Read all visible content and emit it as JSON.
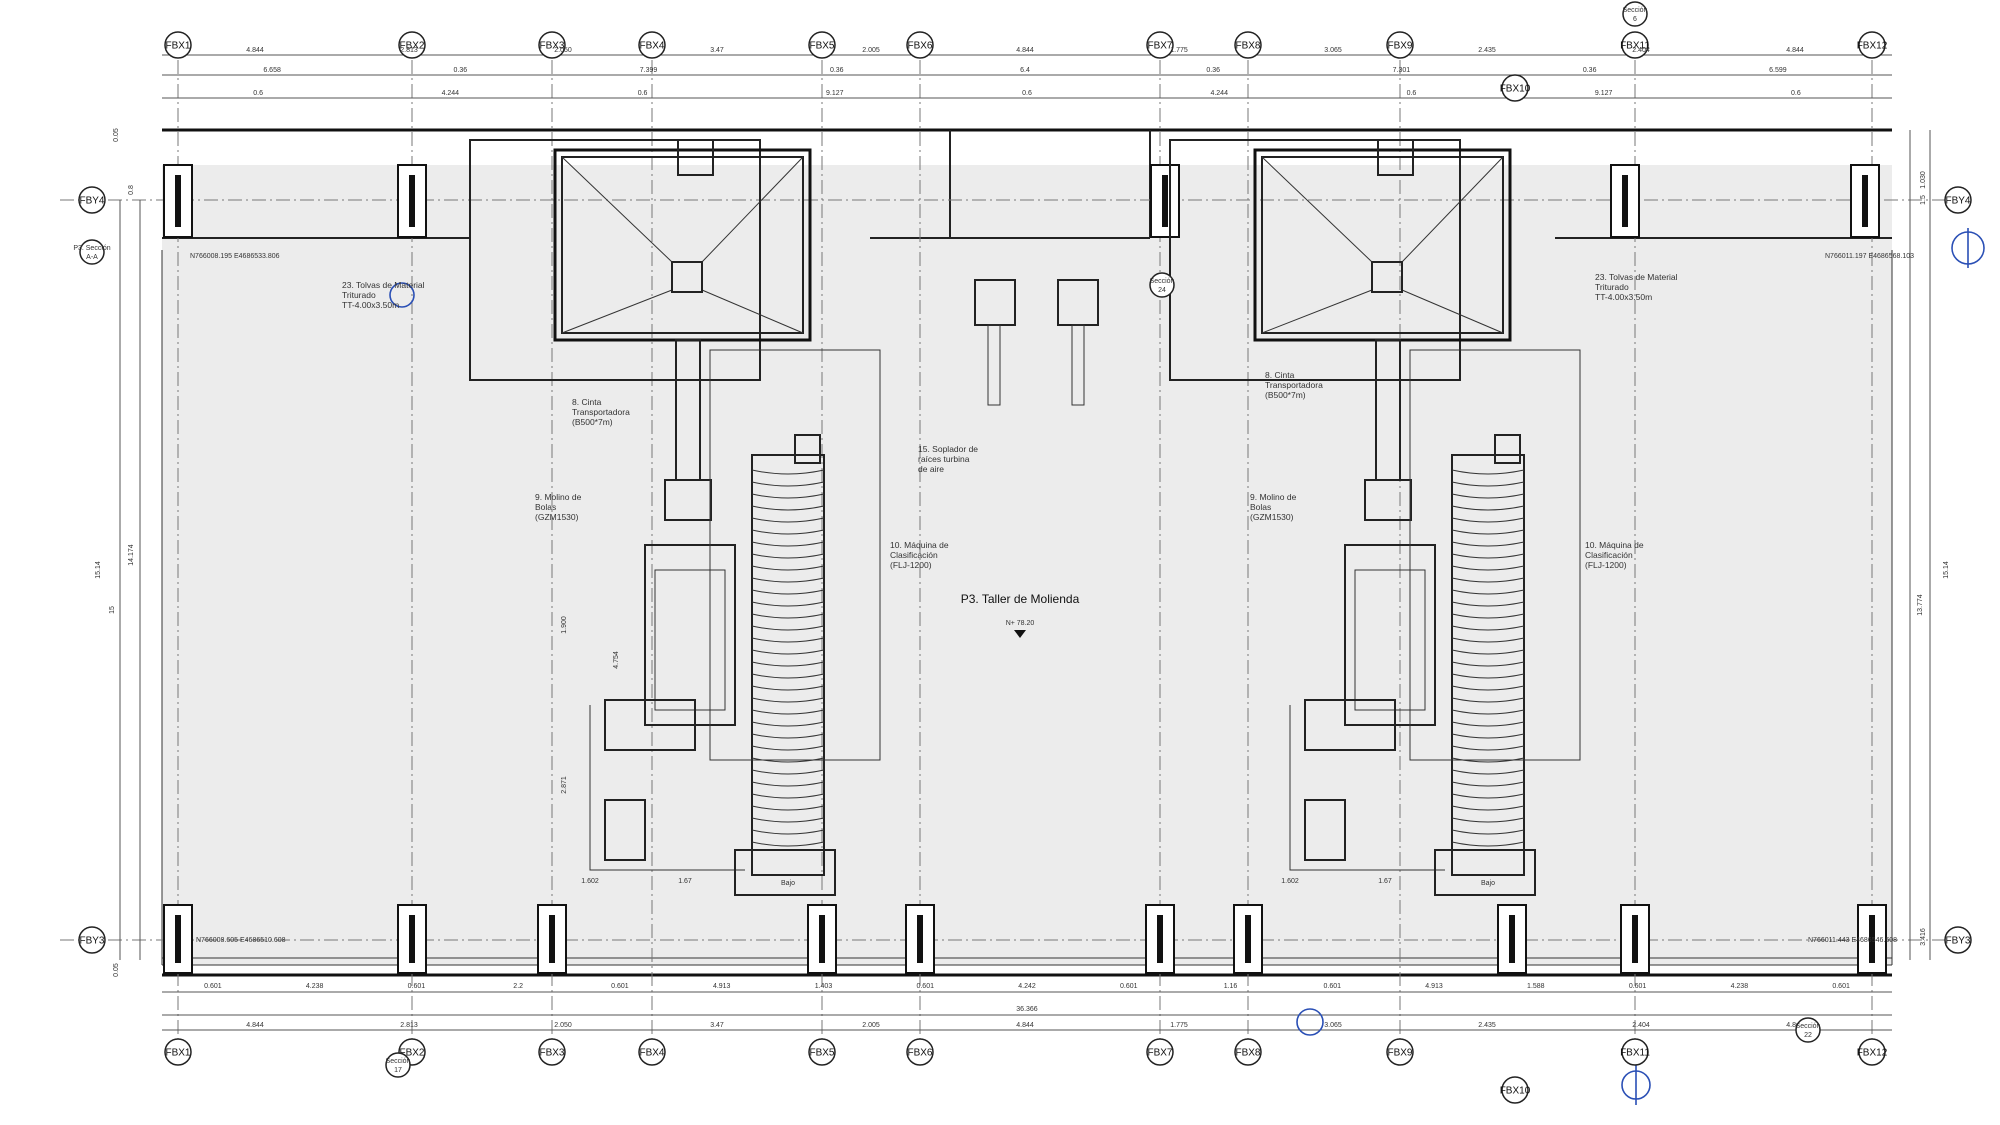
{
  "grid_x": [
    {
      "label": "FBX1"
    },
    {
      "label": "FBX2"
    },
    {
      "label": "FBX3"
    },
    {
      "label": "FBX4"
    },
    {
      "label": "FBX5"
    },
    {
      "label": "FBX6"
    },
    {
      "label": "FBX7"
    },
    {
      "label": "FBX8"
    },
    {
      "label": "FBX9"
    },
    {
      "label": "FBX11"
    },
    {
      "label": "FBX12"
    }
  ],
  "grid_x_extra": {
    "label": "FBX10"
  },
  "grid_y": [
    {
      "label": "FBY4"
    },
    {
      "label": "FBY3"
    }
  ],
  "dims_top_1": [
    "4.844",
    "2.813",
    "2.050",
    "3.47",
    "2.005",
    "4.844",
    "1.775",
    "3.065",
    "2.435",
    "2.404",
    "4.844"
  ],
  "dims_top_2": [
    "6.658",
    "0.36",
    "7.399",
    "0.36",
    "6.4",
    "0.36",
    "7.301",
    "0.36",
    "6.599"
  ],
  "dims_top_3": [
    "0.6",
    "4.244",
    "0.6",
    "9.127",
    "0.6",
    "4.244",
    "0.6",
    "9.127",
    "0.6"
  ],
  "dims_bottom_1": [
    "0.601",
    "4.238",
    "0.601",
    "2.2",
    "0.601",
    "4.913",
    "1.403",
    "0.601",
    "4.242",
    "0.601",
    "1.16",
    "0.601",
    "4.913",
    "1.588",
    "0.601",
    "4.238",
    "0.601"
  ],
  "dims_bottom_total": "36.366",
  "dims_bottom_2": [
    "4.844",
    "2.813",
    "2.050",
    "3.47",
    "2.005",
    "4.844",
    "1.775",
    "3.065",
    "2.435",
    "2.404",
    "4.844"
  ],
  "dims_left": [
    "15.14",
    "14.174",
    "15"
  ],
  "dims_right": [
    "15.14",
    "13.774"
  ],
  "dims_small": [
    "0.05",
    "1.030",
    "1.5",
    "0.8",
    "3.416",
    "0.05"
  ],
  "room_title": "P3. Taller de Molienda",
  "level_mark": "N+ 78.20",
  "left_unit": {
    "hopper": [
      "23. Tolvas de Material",
      "Triturado",
      "TT-4.00x3.50m"
    ],
    "belt": [
      "8. Cinta",
      "Transportadora",
      "(B500*7m)"
    ],
    "mill": [
      "9. Molino de",
      "Bolas",
      "(GZM1530)"
    ],
    "classifier": [
      "10. Máquina de",
      "Clasificación",
      "(FLJ-1200)"
    ],
    "dim_mill_1": "1.900",
    "dim_mill_2": "4.754",
    "dim_mill_3": "2.871",
    "dim_base_1": "1.602",
    "dim_base_2": "1.67",
    "note": "Bajo"
  },
  "right_unit": {
    "hopper": [
      "23. Tolvas de Material",
      "Triturado",
      "TT-4.00x3.50m"
    ],
    "belt": [
      "8. Cinta",
      "Transportadora",
      "(B500*7m)"
    ],
    "mill": [
      "9. Molino de",
      "Bolas",
      "(GZM1530)"
    ],
    "classifier": [
      "10. Máquina de",
      "Clasificación",
      "(FLJ-1200)"
    ],
    "dim_base_1": "1.602",
    "dim_base_2": "1.67",
    "note": "Bajo"
  },
  "blower": [
    "15. Soplador de",
    "raíces turbina",
    "de aire"
  ],
  "section_marks": [
    {
      "label": "Sección",
      "num": "6"
    },
    {
      "label": "Sección",
      "num": "24"
    },
    {
      "label": "Sección",
      "num": "17"
    },
    {
      "label": "Sección",
      "num": "22"
    },
    {
      "label": "P3. Sección",
      "num": "A-A"
    }
  ],
  "coords": [
    {
      "text": "N766008.195 E4686533.806"
    },
    {
      "text": "N766011.197 E4686568.103"
    },
    {
      "text": "N766008.605 E4686510.608"
    },
    {
      "text": "N766011.443 E4686546.608"
    }
  ],
  "colors": {
    "line": "#222222",
    "hatch": "#ececec",
    "annotation_blue": "#2a4fb5"
  }
}
